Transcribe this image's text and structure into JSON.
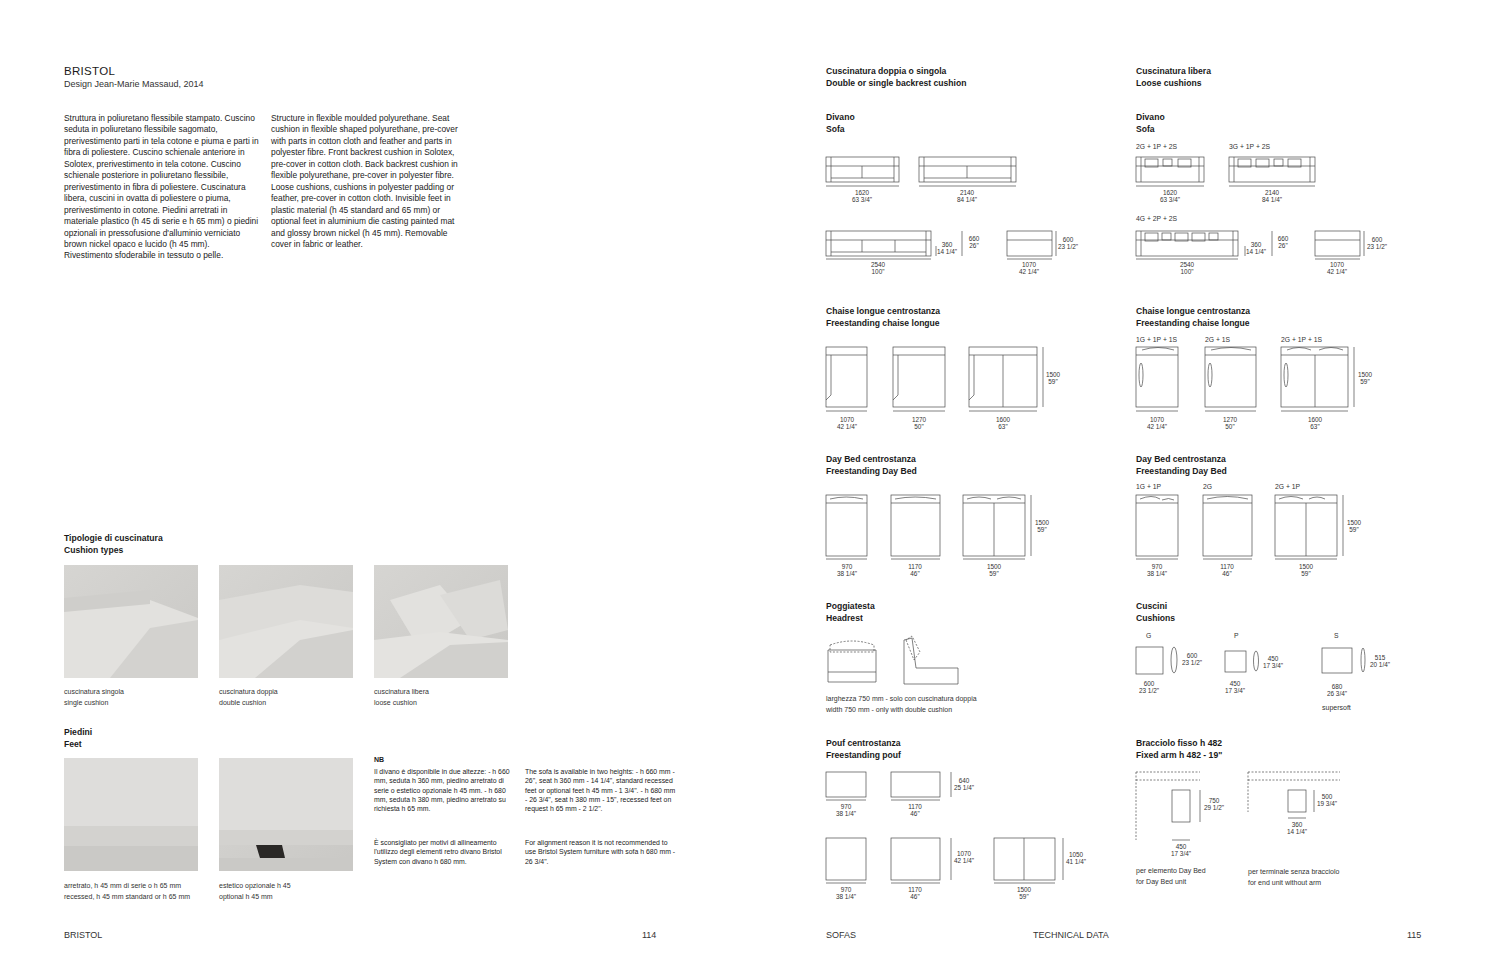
{
  "diagram": {
    "title": "BRISTOL",
    "labels": [
      "Design Jean-Marie Massaud, 2014",
      "Struttura in poliuretano flessibile stampato. Cuscino seduta in poliuretano flessibile sagomato, prerivestimento parti in tela cotone e piuma e parti in fibra di poliestere. Cuscino schienale anteriore in Solotex, prerivestimento in tela cotone. Cuscino schienale posteriore in poliuretano flessibile, prerivestimento in fibra di poliestere. Cuscinatura libera, cuscini in ovatta di poliestere o piuma, prerivestimento in cotone. Piedini arretrati in materiale plastico (h 45 di serie e h 65 mm) o piedini opzionali in pressofusione d'alluminio verniciato brown nickel opaco e lucido (h 45 mm). Rivestimento sfoderabile in tessuto o pelle.",
      "Structure in flexible moulded polyurethane. Seat cushion in flexible shaped polyurethane, pre-cover with parts in cotton cloth and feather and parts in polyester fibre. Front backrest cushion in Solotex, pre-cover in cotton cloth. Back backrest cushion in flexible polyurethane, pre-cover in polyester fibre. Loose cushions, cushions in polyester padding or feather, pre-cover in cotton cloth. Invisible feet in plastic material (h 45 standard and 65 mm) or optional feet in aluminium die casting painted mat and glossy brown nickel (h 45 mm). Removable cover in fabric or leather.",
      "Tipologie di cuscinatura",
      "Cushion types",
      "cuscinatura singola",
      "single cushion",
      "cuscinatura doppia",
      "double cushion",
      "cuscinatura libera",
      "loose cushion",
      "Piedini",
      "Feet",
      "arretrato, h 45 mm di serie o h 65 mm",
      "recessed, h 45 mm standard or h 65 mm",
      "estetico opzionale h 45",
      "optional h 45 mm",
      "NB",
      "Il divano è disponibile in due altezze: - h 660 mm, seduta h 360 mm, piedino arretrato di serie o estetico opzionale h 45 mm. - h 680 mm, seduta h 380 mm, piedino arretrato su richiesta h 65 mm.",
      "È sconsigliato per motivi di allineamento l'utilizzo degli elementi retro divano Bristol System con divano h 680 mm.",
      "The sofa is available in two heights: - h 660 mm - 26\", seat h 360 mm - 14 1/4\", standard recessed feet or optional feet h 45 mm - 1 3/4\". - h 680 mm - 26 3/4\", seat h 380 mm - 15\", recessed feet on request h 65 mm - 2 1/2\".",
      "For alignment reason it is not recommended to use Bristol System furniture with sofa h 680 mm - 26 3/4\".",
      "BRISTOL",
      "114",
      "Cuscinatura doppia o singola",
      "Double or single backrest cushion",
      "Cuscinatura libera",
      "Loose cushions",
      "Divano",
      "Sofa",
      "Divano",
      "Sofa",
      "1620",
      "63 3/4\"",
      "2140",
      "84 1/4\"",
      "2540",
      "100\"",
      "360",
      "14 1/4\"",
      "660",
      "26\"",
      "1070",
      "42 1/4\"",
      "600",
      "23 1/2\"",
      "2G + 1P + 2S",
      "3G + 1P + 2S",
      "1620",
      "63 3/4\"",
      "2140",
      "84 1/4\"",
      "4G + 2P + 2S",
      "2540",
      "100\"",
      "360",
      "14 1/4\"",
      "660",
      "26\"",
      "1070",
      "42 1/4\"",
      "600",
      "23 1/2\"",
      "Chaise longue centrostanza",
      "Freestanding chaise longue",
      "Chaise longue centrostanza",
      "Freestanding chaise longue",
      "1070",
      "42 1/4\"",
      "1270",
      "50\"",
      "1600",
      "63\"",
      "1500",
      "59\"",
      "1G + 1P + 1S",
      "2G + 1S",
      "2G + 1P + 1S",
      "1070",
      "42 1/4\"",
      "1270",
      "50\"",
      "1600",
      "63\"",
      "1500",
      "59\"",
      "Day Bed centrostanza",
      "Freestanding Day Bed",
      "Day Bed centrostanza",
      "Freestanding Day Bed",
      "970",
      "38 1/4\"",
      "1170",
      "46\"",
      "1500",
      "59\"",
      "1500",
      "59\"",
      "1G + 1P",
      "2G",
      "2G + 1P",
      "970",
      "38 1/4\"",
      "1170",
      "46\"",
      "1500",
      "59\"",
      "1500",
      "59\"",
      "Poggiatesta",
      "Headrest",
      "larghezza 750 mm - solo con cuscinatura doppia",
      "width 750 mm - only with double cushion",
      "Cuscini",
      "Cushions",
      "G",
      "P",
      "S",
      "600",
      "23 1/2\"",
      "600",
      "23 1/2\"",
      "450",
      "17 3/4\"",
      "450",
      "17 3/4\"",
      "515",
      "20 1/4\"",
      "680",
      "26 3/4\"",
      "supersoft",
      "Pouf centrostanza",
      "Freestanding pouf",
      "970",
      "38 1/4\"",
      "1170",
      "46\"",
      "640",
      "25 1/4\"",
      "1070",
      "42 1/4\"",
      "970",
      "38 1/4\"",
      "1170",
      "46\"",
      "1500",
      "59\"",
      "1050",
      "41 1/4\"",
      "Bracciolo fisso h 482",
      "Fixed arm h 482 - 19\"",
      "750",
      "29 1/2\"",
      "450",
      "17 3/4\"",
      "500",
      "19 3/4\"",
      "360",
      "14 1/4\"",
      "per elemento Day Bed",
      "for Day Bed unit",
      "per terminale senza bracciolo",
      "for end unit without arm",
      "SOFAS",
      "TECHNICAL DATA",
      "115"
    ]
  }
}
